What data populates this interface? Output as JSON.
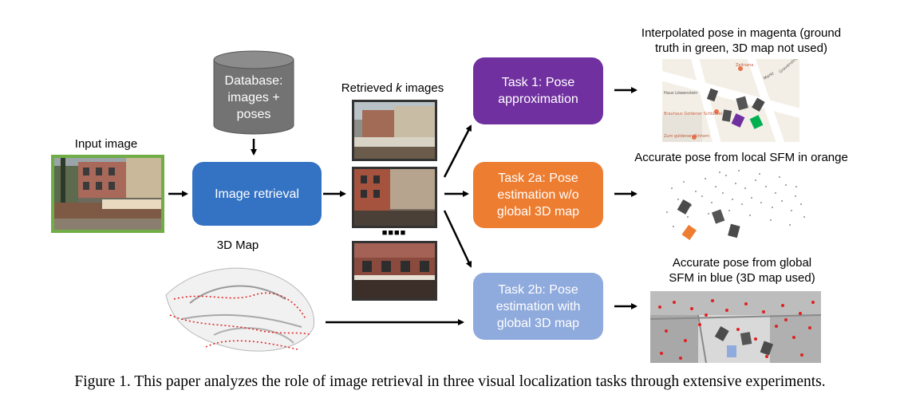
{
  "input_image": {
    "label": "Input image"
  },
  "database": {
    "label": "Database:\nimages +\nposes"
  },
  "retrieval": {
    "label": "Image retrieval"
  },
  "map3d": {
    "label": "3D Map"
  },
  "retrieved": {
    "label_prefix": "Retrieved ",
    "label_k": "k",
    "label_suffix": " images",
    "dots": "■■■■"
  },
  "tasks": [
    {
      "id": "task1",
      "label": "Task 1: Pose\napproximation",
      "color": "#7030a0",
      "result_label": "Interpolated pose in magenta (ground\ntruth in green, 3D map not used)"
    },
    {
      "id": "task2a",
      "label": "Task 2a: Pose\nestimation w/o\nglobal 3D map",
      "color": "#ed7d31",
      "result_label": "Accurate pose from local SFM in orange"
    },
    {
      "id": "task2b",
      "label": "Task 2b: Pose\nestimation with\nglobal 3D map",
      "color": "#8faadc",
      "result_label": "Accurate pose from global\nSFM in blue (3D map used)"
    }
  ],
  "map_texts": [
    "Zeitnana",
    "Haus Löwenstein",
    "Brauhaus Goldener Schlüssel",
    "Zum goldenen Einhorn",
    "Markt",
    "Gravenstraße"
  ],
  "caption": "Figure 1. This paper analyzes the role of image retrieval in three visual localization tasks through extensive experiments.",
  "colors": {
    "retrieval_box": "#3472c4",
    "database": "#737373",
    "input_border": "#70ad47",
    "ground_truth": "#00b050",
    "interpolated": "#7030a0",
    "local_sfm": "#ed7d31",
    "global_sfm": "#8faadc",
    "points": "#e02020"
  }
}
